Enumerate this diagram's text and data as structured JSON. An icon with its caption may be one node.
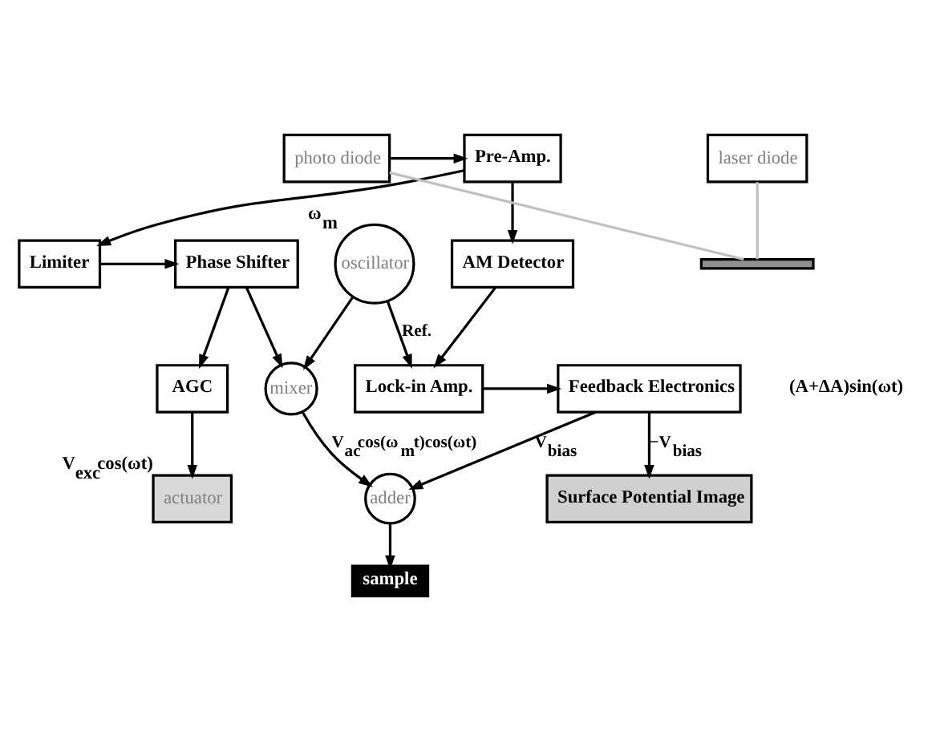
{
  "diagram": {
    "nodes": [
      {
        "text": [
          "Phase Shifter"
        ]
      },
      {
        "text": [
          "Limiter"
        ]
      },
      {
        "text": [
          "AGC"
        ]
      },
      {
        "text": [
          "actuator"
        ],
        "beside": [
          "V$_{exc}$cos(ωt)"
        ]
      },
      {
        "text": [
          "laser diode"
        ]
      },
      {
        "text": [
          "photo diode"
        ]
      },
      {
        "text": [
          "Pre-Amp."
        ]
      },
      {
        "text": [
          "AM Detector"
        ]
      },
      {
        "text": [
          "Lock-in Amp."
        ]
      },
      {
        "text": [
          "Feedback Electronics"
        ]
      },
      {
        "text": [
          "Surface Potential Image"
        ]
      },
      {
        "text": [
          "sample"
        ]
      },
      {
        "text": [
          "adder"
        ]
      },
      {
        "text": [
          "mixer"
        ]
      },
      {
        "text": [
          "oscillator"
        ],
        "beside": [
          "ω$_{m}$"
        ]
      },
      {
        "text": [],
        "shape": "bar"
      }
    ],
    "edges": [
      {
        "from": 1,
        "to": 0,
        "arrow": "to"
      },
      {
        "from": 0,
        "to": 2,
        "arrow": "to"
      },
      {
        "from": 0,
        "to": 13,
        "arrow": "to"
      },
      {
        "from": 2,
        "to": 3,
        "arrow": "to"
      },
      {
        "from": 4,
        "to": 15,
        "arrow": "none",
        "color": "#c0c0c0"
      },
      {
        "from": 15,
        "to": 5,
        "arrow": "none",
        "color": "#c0c0c0"
      },
      {
        "from": 5,
        "to": 6,
        "arrow": "to"
      },
      {
        "from": 6,
        "to": 1,
        "arrow": "to"
      },
      {
        "from": 6,
        "to": 7,
        "arrow": "to"
      },
      {
        "from": 7,
        "to": 8,
        "arrow": "to"
      },
      {
        "from": 8,
        "to": 9,
        "arrow": "to"
      },
      {
        "from": 9,
        "to": 12,
        "arrow": "to",
        "label": "V$_{bias}$"
      },
      {
        "from": 9,
        "to": 10,
        "arrow": "to",
        "label": "−V$_{bias}$"
      },
      {
        "from": 12,
        "to": 11,
        "arrow": "to"
      },
      {
        "from": 13,
        "to": 12,
        "arrow": "to",
        "label": "V$_{ac}$cos(ω$_{m}$t)cos(ωt)"
      },
      {
        "from": 14,
        "to": 13,
        "arrow": "to"
      },
      {
        "from": 14,
        "to": 8,
        "arrow": "to",
        "label": "Ref."
      }
    ],
    "labels": [
      "(A+ΔA)sin(ωt)"
    ]
  }
}
